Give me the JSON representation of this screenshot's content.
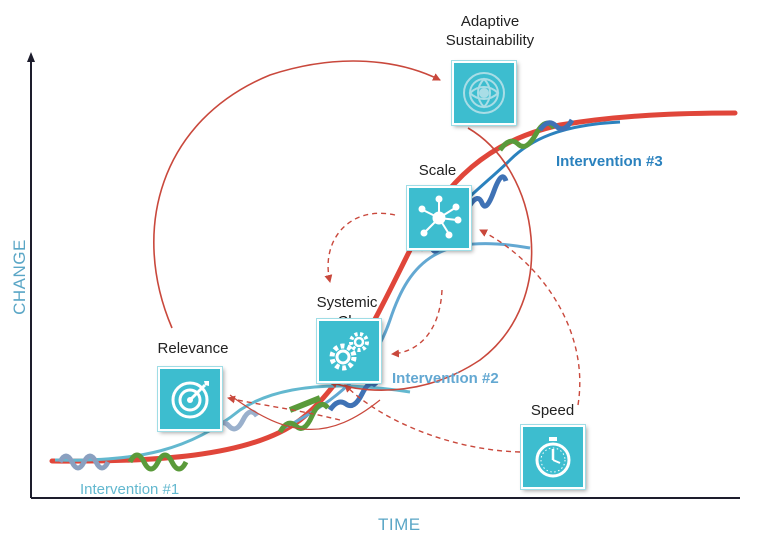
{
  "axes": {
    "x_label": "TIME",
    "y_label": "CHANGE"
  },
  "stages": {
    "relevance": {
      "label": "Relevance",
      "icon": "target-icon"
    },
    "systemic": {
      "label": "Systemic",
      "label_partial": "Ch",
      "icon": "gears-icon"
    },
    "scale": {
      "label": "Scale",
      "icon": "network-icon"
    },
    "adaptive": {
      "label": "Adaptive Sustainability",
      "icon": "sustainability-emblem-icon"
    },
    "speed": {
      "label": "Speed",
      "icon": "stopwatch-icon"
    }
  },
  "interventions": [
    {
      "label": "Intervention #1",
      "color": "#63b8cf"
    },
    {
      "label": "Intervention #2",
      "color": "#63a8d2"
    },
    {
      "label": "Intervention #3",
      "color": "#2b82be"
    }
  ],
  "colors": {
    "curve": "#e0463a",
    "arrows": "#c9483c",
    "icon_bg": "#3dbdcf",
    "axis": "#1d1d2c",
    "helix_green": "#5a9a3a",
    "helix_blue": "#3f72b5"
  }
}
